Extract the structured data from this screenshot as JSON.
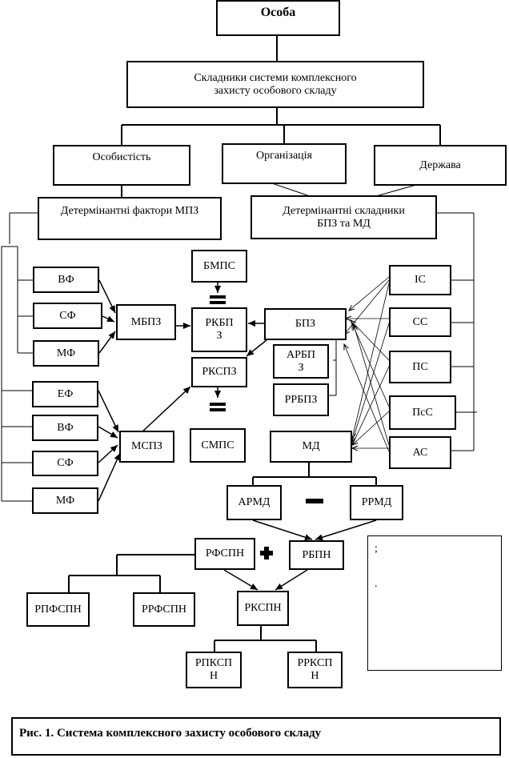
{
  "nodes": {
    "osoba": "Особа",
    "skladnyky": "Складники системи комплексного\nзахисту особового складу",
    "osobystist": "Особистість",
    "organizatsiia": "Організація",
    "derzhava": "Держава",
    "det_faktory": "Детермінантні фактори МПЗ",
    "det_skladnyky": "Детермінантні складники\nБПЗ та МД",
    "bmps": "БМПС",
    "vf1": "ВФ",
    "sf1": "СФ",
    "mf1": "МФ",
    "mbpz": "МБПЗ",
    "rkbpz": "РКБП\nЗ",
    "bpz": "БПЗ",
    "rkspz": "РКСПЗ",
    "arbpz": "АРБП\nЗ",
    "rrbpz": "РРБПЗ",
    "is": "ІС",
    "ss": "СС",
    "ps": "ПС",
    "pss": "ПсС",
    "as": "АС",
    "ef": "ЕФ",
    "vf2": "ВФ",
    "sf2": "СФ",
    "mf2": "МФ",
    "mspz": "МСПЗ",
    "smps": "СМПС",
    "md": "МД",
    "armd": "АРМД",
    "rrmd": "РРМД",
    "rfspn": "РФСПН",
    "rbpn": "РБПН",
    "rpfspn": "РПФСПН",
    "rrfspn": "РРФСПН",
    "rkspn": "РКСПН",
    "rpkspn": "РПКСП\nН",
    "rrkspn": "РРКСП\nН"
  },
  "note": {
    "line1": ";",
    "line2": "."
  },
  "caption": "Рис. 1. Система комплексного захисту особового складу"
}
